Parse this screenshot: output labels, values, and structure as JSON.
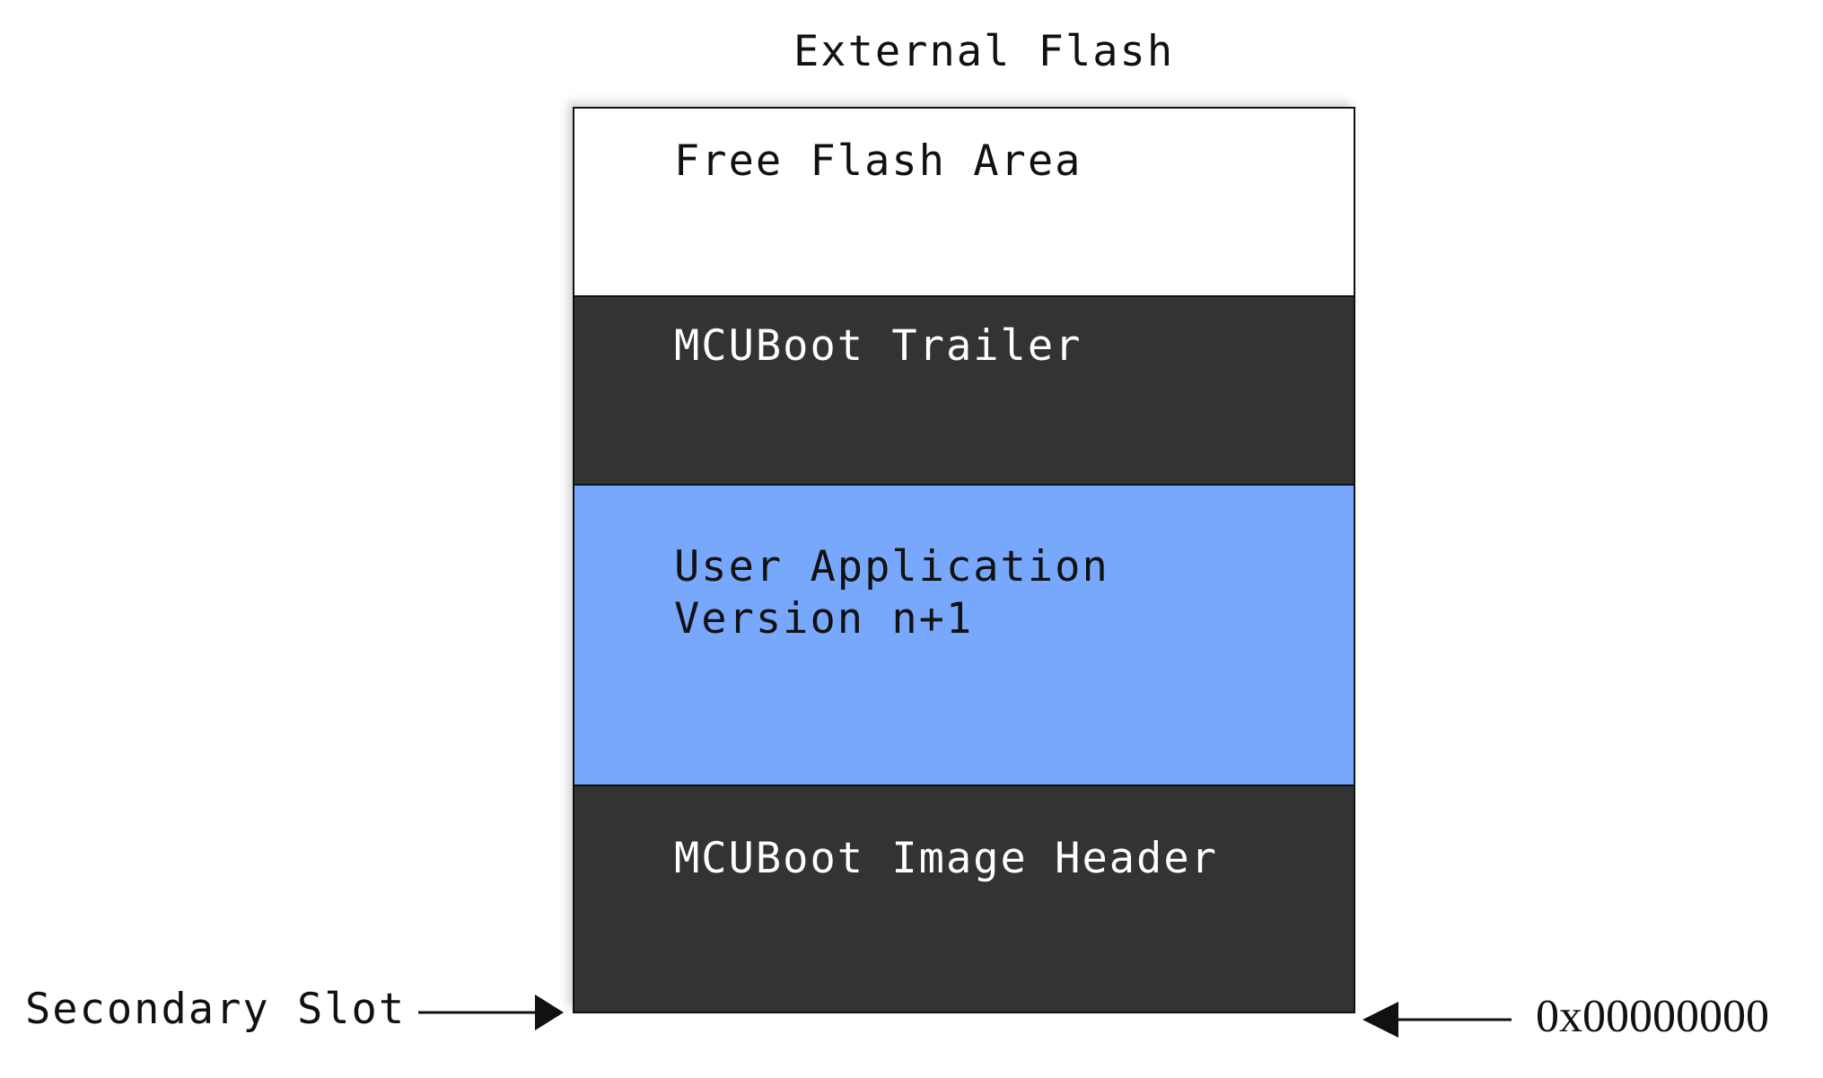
{
  "diagram": {
    "title": "External Flash",
    "blocks": [
      {
        "label": "Free Flash Area",
        "fill": "#ffffff",
        "text_color": "#111111"
      },
      {
        "label": "MCUBoot Trailer",
        "fill": "#333333",
        "text_color": "#ffffff"
      },
      {
        "label": "User Application\nVersion n+1",
        "fill": "#78a8fc",
        "text_color": "#111111"
      },
      {
        "label": "MCUBoot Image Header",
        "fill": "#333333",
        "text_color": "#ffffff"
      }
    ],
    "slot_label": "Secondary Slot",
    "address_label": "0x00000000",
    "arrow_icons": [
      "arrow-right-icon",
      "arrow-left-icon"
    ]
  }
}
